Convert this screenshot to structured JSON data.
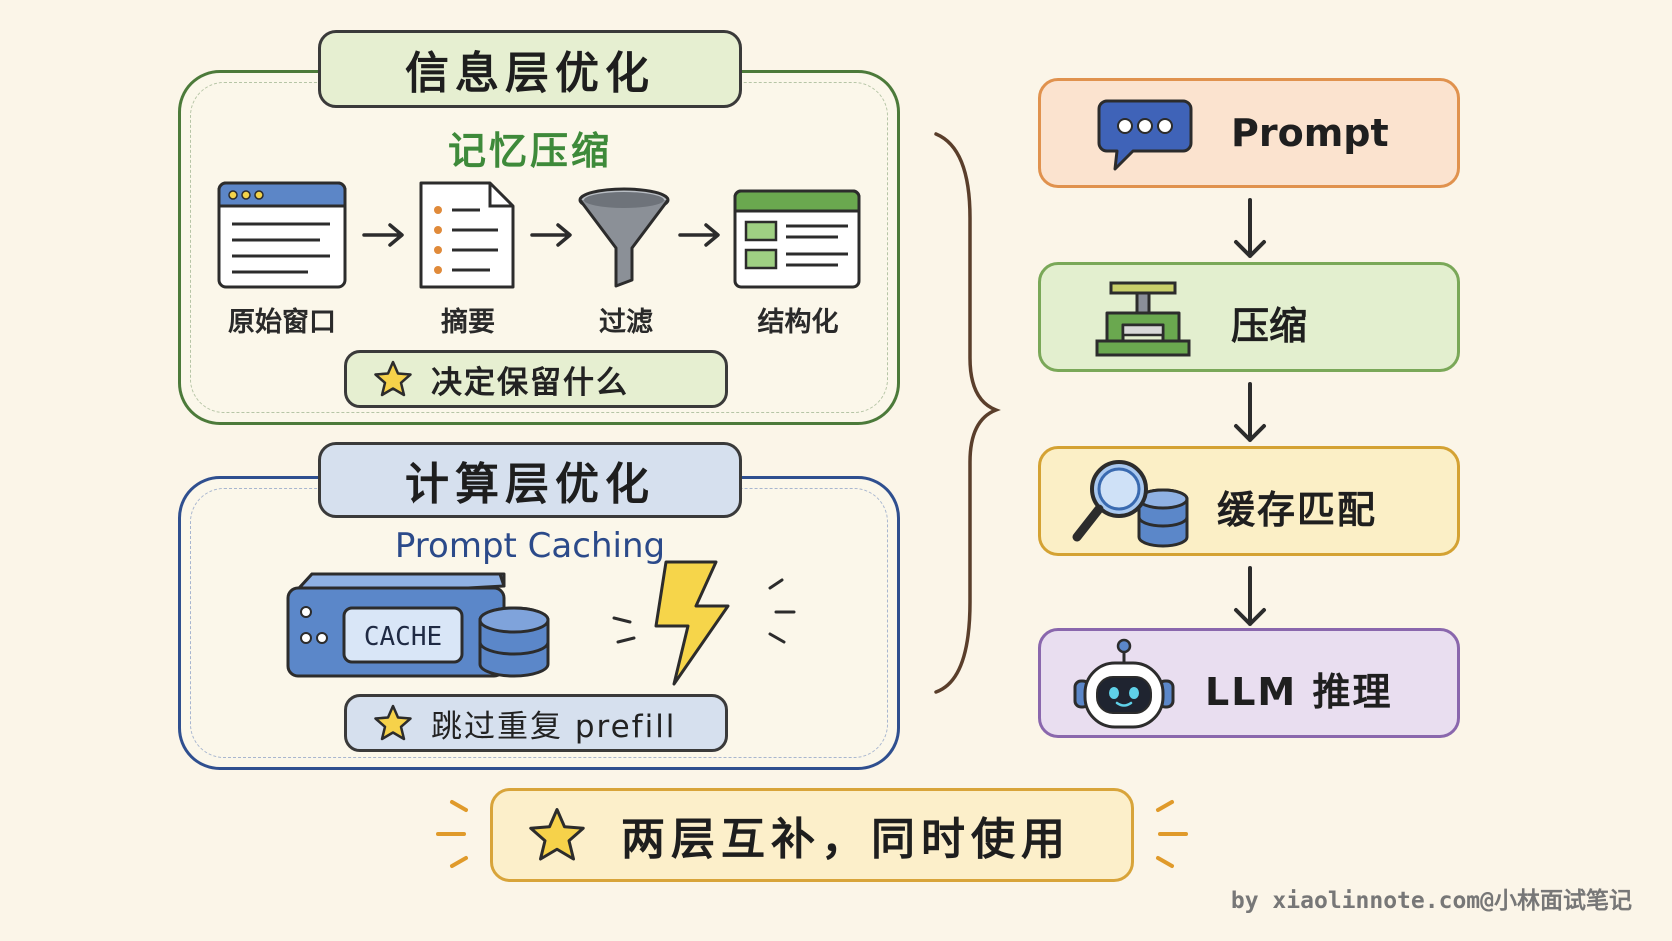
{
  "info_layer": {
    "title": "信息层优化",
    "subtitle": "记忆压缩",
    "steps": [
      "原始窗口",
      "摘要",
      "过滤",
      "结构化"
    ],
    "note": "决定保留什么"
  },
  "compute_layer": {
    "title": "计算层优化",
    "subtitle": "Prompt Caching",
    "cache_label": "CACHE",
    "note": "跳过重复 prefill"
  },
  "flow": {
    "steps": [
      "Prompt",
      "压缩",
      "缓存匹配",
      "LLM 推理"
    ],
    "colors": [
      "#fbe3cf",
      "#e3efcf",
      "#fbefc6",
      "#e9def0"
    ]
  },
  "summary": "两层互补，同时使用",
  "watermark": "by xiaolinnote.com@小林面试笔记"
}
